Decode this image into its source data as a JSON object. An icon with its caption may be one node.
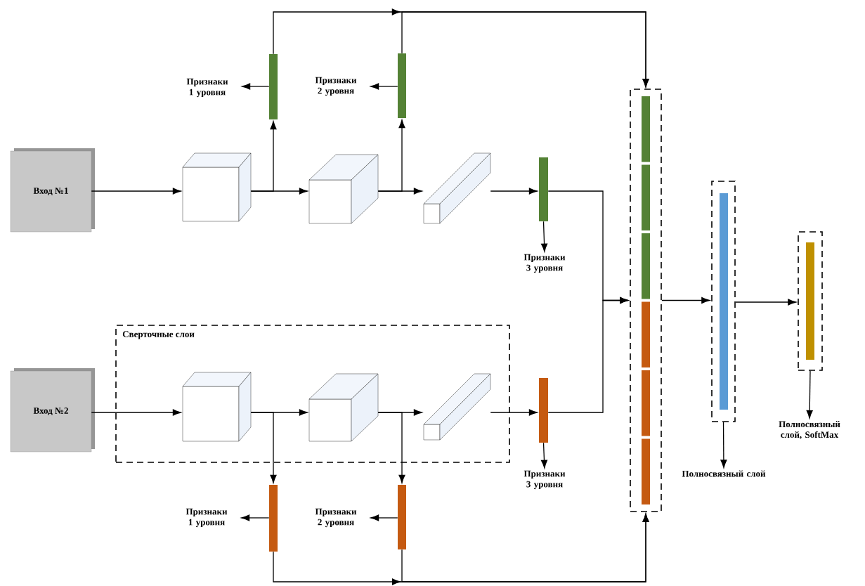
{
  "diagram": {
    "nodes": [
      {
        "text": [
          "Вход №1"
        ]
      },
      {
        "text": [],
        "shape": "cube"
      },
      {
        "text": [],
        "shape": "cube"
      },
      {
        "text": [],
        "shape": "cuboid"
      },
      {
        "text": [],
        "shape": "bar"
      },
      {
        "text": [],
        "shape": "bar"
      },
      {
        "text": [
          "Признаки 1 уровня"
        ]
      },
      {
        "text": [
          "Признаки 2 уровня"
        ]
      },
      {
        "text": [],
        "shape": "bar"
      },
      {
        "text": [
          "Признаки 3 уровня"
        ]
      },
      {
        "text": [
          "Сверточные слои"
        ]
      },
      {
        "text": [
          "Вход №2"
        ]
      },
      {
        "text": [],
        "shape": "cube",
        "in": 10
      },
      {
        "text": [],
        "shape": "cube",
        "in": 10
      },
      {
        "text": [],
        "shape": "cuboid",
        "in": 10
      },
      {
        "text": [],
        "shape": "bar"
      },
      {
        "text": [],
        "shape": "bar"
      },
      {
        "text": [
          "Признаки 1 уровня"
        ]
      },
      {
        "text": [
          "Признаки 2 уровня"
        ]
      },
      {
        "text": [],
        "shape": "bar"
      },
      {
        "text": [
          "Признаки 3 уровня"
        ]
      },
      {
        "text": [],
        "shape": "box"
      },
      {
        "text": [],
        "shape": "bar",
        "in": 21
      },
      {
        "text": [],
        "shape": "bar",
        "in": 21
      },
      {
        "text": [],
        "shape": "bar",
        "in": 21
      },
      {
        "text": [],
        "shape": "bar",
        "in": 21
      },
      {
        "text": [],
        "shape": "bar",
        "in": 21
      },
      {
        "text": [],
        "shape": "bar",
        "in": 21
      },
      {
        "text": [],
        "shape": "box"
      },
      {
        "text": [],
        "shape": "bar",
        "in": 28
      },
      {
        "text": [],
        "shape": "box"
      },
      {
        "text": [],
        "shape": "bar",
        "in": 30
      },
      {
        "text": [
          "Полносвязный слой"
        ]
      },
      {
        "text": [
          "Полносвязный слой, SoftMax"
        ]
      }
    ],
    "edges": [
      {
        "from": 0,
        "to": 1,
        "arrow": "to"
      },
      {
        "from": 1,
        "to": 2,
        "arrow": "to"
      },
      {
        "from": 1,
        "to": 4,
        "arrow": "to"
      },
      {
        "from": 4,
        "to": 6,
        "arrow": "to"
      },
      {
        "from": 2,
        "to": 3,
        "arrow": "to"
      },
      {
        "from": 2,
        "to": 5,
        "arrow": "to"
      },
      {
        "from": 5,
        "to": 7,
        "arrow": "to"
      },
      {
        "from": 3,
        "to": 8,
        "arrow": "to"
      },
      {
        "from": 8,
        "to": 9,
        "arrow": "to"
      },
      {
        "from": 4,
        "to": 21,
        "arrow": "to"
      },
      {
        "from": 5,
        "to": 21,
        "arrow": "to"
      },
      {
        "from": 8,
        "to": 21,
        "arrow": "to"
      },
      {
        "from": 11,
        "to": 12,
        "arrow": "to"
      },
      {
        "from": 12,
        "to": 13,
        "arrow": "to"
      },
      {
        "from": 12,
        "to": 15,
        "arrow": "to"
      },
      {
        "from": 15,
        "to": 17,
        "arrow": "to"
      },
      {
        "from": 13,
        "to": 14,
        "arrow": "to"
      },
      {
        "from": 13,
        "to": 16,
        "arrow": "to"
      },
      {
        "from": 16,
        "to": 18,
        "arrow": "to"
      },
      {
        "from": 14,
        "to": 19,
        "arrow": "to"
      },
      {
        "from": 19,
        "to": 20,
        "arrow": "to"
      },
      {
        "from": 19,
        "to": 21,
        "arrow": "to"
      },
      {
        "from": 15,
        "to": 21,
        "arrow": "to"
      },
      {
        "from": 16,
        "to": 21,
        "arrow": "to"
      },
      {
        "from": 21,
        "to": 28,
        "arrow": "to"
      },
      {
        "from": 28,
        "to": 30,
        "arrow": "to"
      },
      {
        "from": 28,
        "to": 32,
        "arrow": "to"
      },
      {
        "from": 30,
        "to": 33,
        "arrow": "to"
      }
    ]
  }
}
